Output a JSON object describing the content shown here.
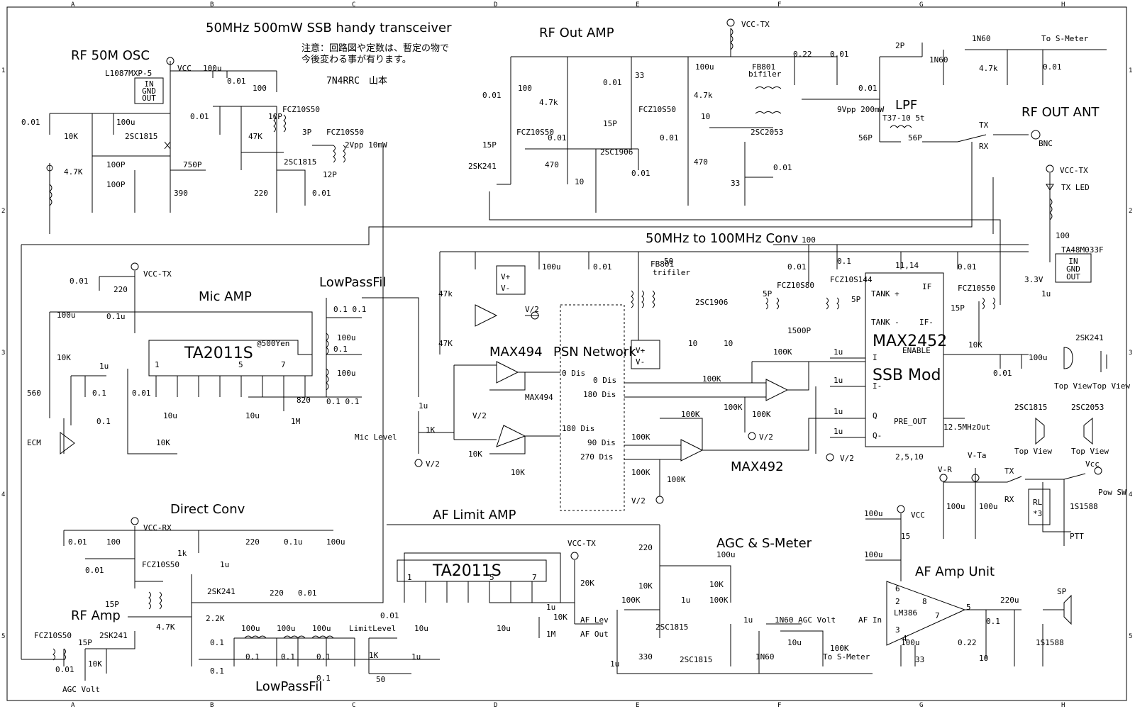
{
  "sheet": {
    "title": "50MHz 500mW SSB handy transceiver",
    "note_line1": "注意：回路図や定数は、暫定の物で",
    "note_line2": "今後変わる事が有ります。",
    "author": "7N4RRC　山本",
    "col_labels": [
      "A",
      "B",
      "C",
      "D",
      "E",
      "F",
      "G",
      "H"
    ],
    "row_labels": [
      "1",
      "2",
      "3",
      "4",
      "5"
    ]
  },
  "sections": {
    "rf_osc": "RF 50M OSC",
    "rf_out_amp": "RF Out AMP",
    "lpf": "LPF",
    "rf_out_ant": "RF OUT ANT",
    "conv": "50MHz to 100MHz Conv",
    "mic_amp": "Mic AMP",
    "lowpass1": "LowPassFil",
    "max494": "MAX494",
    "psn": "PSN Network",
    "ssb_mod": "SSB Mod",
    "max2452": "MAX2452",
    "max492": "MAX492",
    "direct_conv": "Direct Conv",
    "af_limit": "AF Limit AMP",
    "agc": "AGC & S-Meter",
    "af_amp_unit": "AF Amp Unit",
    "rf_amp": "RF Amp",
    "lowpass2": "LowPassFil"
  },
  "parts": {
    "ta2011s_1": "TA2011S",
    "ta2011s_2": "TA2011S",
    "price": "@500Yen",
    "l1087": "L1087MXP-5",
    "ta48m033f": "TA48M033F",
    "lm386": "LM386",
    "reg_in": "IN",
    "reg_gnd": "GND",
    "reg_out": "OUT",
    "max2452_pins": {
      "tank_p": "TANK +",
      "tank_m": "TANK -",
      "if_p": "IF",
      "if_m": "IF-",
      "enable": "ENABLE",
      "i": "I",
      "i_m": "I-",
      "q": "Q",
      "q_m": "Q-",
      "pre_out": "PRE_OUT",
      "gnd": "2,5,10",
      "vcc": "11,14"
    },
    "top_view_2sk241": "2SK241",
    "top_view_2sc1815": "2SC1815",
    "top_view_2sc2053": "2SC2053",
    "top_view": "Top View"
  },
  "labels": {
    "vcc": "VCC",
    "vcc_tx": "VCC-TX",
    "vcc_rx": "VCC-RX",
    "v_half": "V/2",
    "v_r": "V-R",
    "v_ta": "V-Ta",
    "vcc_sw": "Vcc",
    "to_smeter": "To S-Meter",
    "bnc": "BNC",
    "tx": "TX",
    "rx": "RX",
    "tx_led": "TX LED",
    "pow_sw": "Pow SW",
    "ptt": "PTT",
    "rl": "RL",
    "rl3": "*3",
    "ecm": "ECM",
    "sp": "SP",
    "mic_level": "Mic Level",
    "limit_level": "LimitLevel",
    "af_lev": "AF Lev",
    "af_out": "AF Out",
    "af_in": "AF In",
    "agc_volt": "AGC Volt",
    "agc_volt2": "1N60 AGC Volt",
    "out_12m5": "12.5MHzOut",
    "v9pp": "9Vpp 200mW",
    "v2pp": "2Vpp 10mW",
    "dis0": "0 Dis",
    "dis180": "180 Dis",
    "dis90": "90 Dis",
    "dis270": "270 Dis",
    "bifiler": "bifiler",
    "trifiler": "trifiler",
    "t37": "T37-10 5t",
    "v3v3": "3.3V"
  },
  "components": [
    "0.01",
    "10K",
    "4.7K",
    "100P",
    "390",
    "750P",
    "2SC1815",
    "100u",
    "100",
    "47K",
    "10P",
    "3P",
    "FCZ10S50",
    "12P",
    "220",
    "0.01",
    "100",
    "4.7K",
    "15P",
    "2SK241",
    "470",
    "10",
    "2SC1906",
    "33",
    "0.01",
    "FB801",
    "4.7k",
    "470",
    "2SC2053",
    "0.22",
    "2P",
    "1N60",
    "4.7k",
    "56P",
    "56P",
    "50",
    "1500P",
    "5P",
    "FCZ10S80",
    "FCZ10S144",
    "0.1",
    "1u",
    "10K",
    "100K",
    "1M",
    "820",
    "560",
    "220",
    "0.1u",
    "20K",
    "2.2K",
    "1k",
    "330",
    "15",
    "0.22",
    "1S1588",
    "10",
    "220u",
    "33",
    "100u"
  ]
}
